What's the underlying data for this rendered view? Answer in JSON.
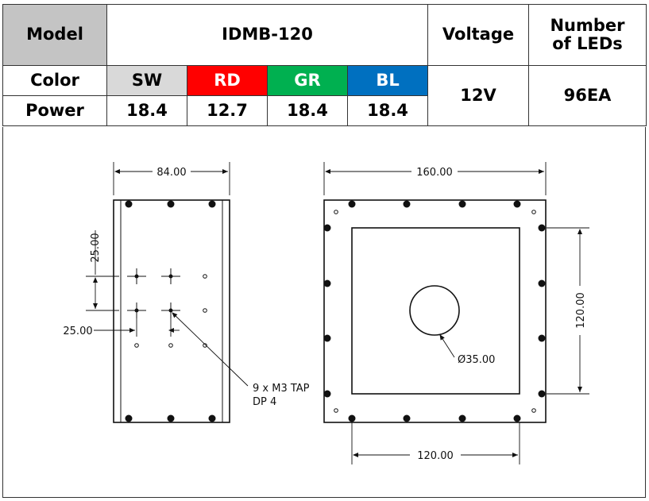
{
  "table": {
    "model_label": "Model",
    "model_value": "IDMB-120",
    "voltage_label": "Voltage",
    "leds_label_line1": "Number",
    "leds_label_line2": "of LEDs",
    "color_label": "Color",
    "power_label": "Power",
    "colors": [
      {
        "name": "SW",
        "power": "18.4",
        "bg": "#d9d9d9",
        "fg": "#000000"
      },
      {
        "name": "RD",
        "power": "12.7",
        "bg": "#ff0000",
        "fg": "#ffffff"
      },
      {
        "name": "GR",
        "power": "18.4",
        "bg": "#00b050",
        "fg": "#ffffff"
      },
      {
        "name": "BL",
        "power": "18.4",
        "bg": "#0070c0",
        "fg": "#ffffff"
      }
    ],
    "voltage_value": "12V",
    "leds_value": "96EA"
  },
  "drawing": {
    "side_width": "84.00",
    "pitch_vertical": "25.00",
    "pitch_horizontal": "25.00",
    "tap_note_line1": "9 x M3 TAP",
    "tap_note_line2": "DP 4",
    "front_width": "160.00",
    "inner_height": "120.00",
    "inner_width": "120.00",
    "hole_diameter": "Ø35.00"
  }
}
